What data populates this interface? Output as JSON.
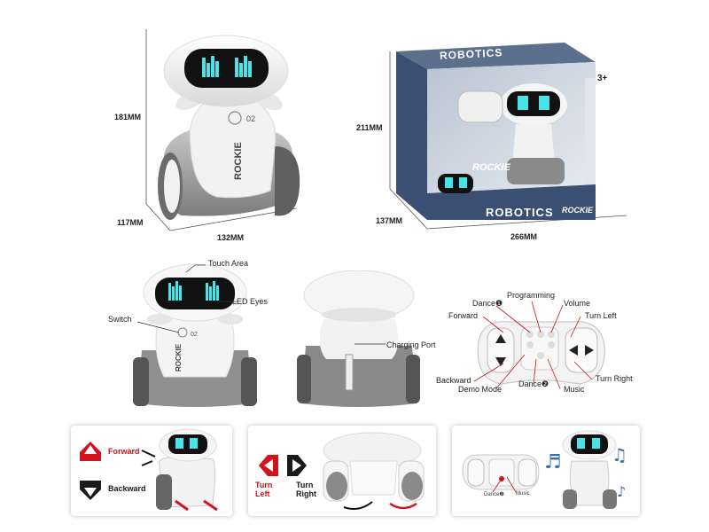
{
  "dimensions": {
    "robot_height": "181MM",
    "robot_depth": "117MM",
    "robot_width": "132MM",
    "box_height": "211MM",
    "box_depth": "137MM",
    "box_width": "266MM"
  },
  "robot_branding": {
    "model_text": "ROCKIE",
    "model_number": "02"
  },
  "box": {
    "top_title": "ROBOTICS",
    "side_title": "ROBOTICS",
    "front_title": "ROBOTICS",
    "age_badge": "3+",
    "logo": "ROCKIE"
  },
  "callouts": {
    "touch_area": "Touch Area",
    "led_eyes": "LED Eyes",
    "switch": "Switch",
    "charging_port": "Charging Port"
  },
  "remote": {
    "dance1": "Dance❶",
    "programming": "Programming",
    "volume": "Volume",
    "forward": "Forward",
    "turn_left": "Turn Left",
    "backward": "Backward",
    "demo_mode": "Demo Mode",
    "dance2": "Dance❷",
    "music": "Music",
    "turn_right": "Turn Right"
  },
  "panel1": {
    "forward": "Forward",
    "backward": "Backward"
  },
  "panel2": {
    "turn_left_1": "Turn",
    "turn_left_2": "Left",
    "turn_right_1": "Turn",
    "turn_right_2": "Right"
  },
  "panel3": {
    "dance2": "Dance❷",
    "music": "Music"
  },
  "colors": {
    "accent_red": "#d3121b",
    "dark": "#1a1a1a",
    "box_blue": "#3a4f72",
    "eye_cyan": "#49e3e8"
  }
}
